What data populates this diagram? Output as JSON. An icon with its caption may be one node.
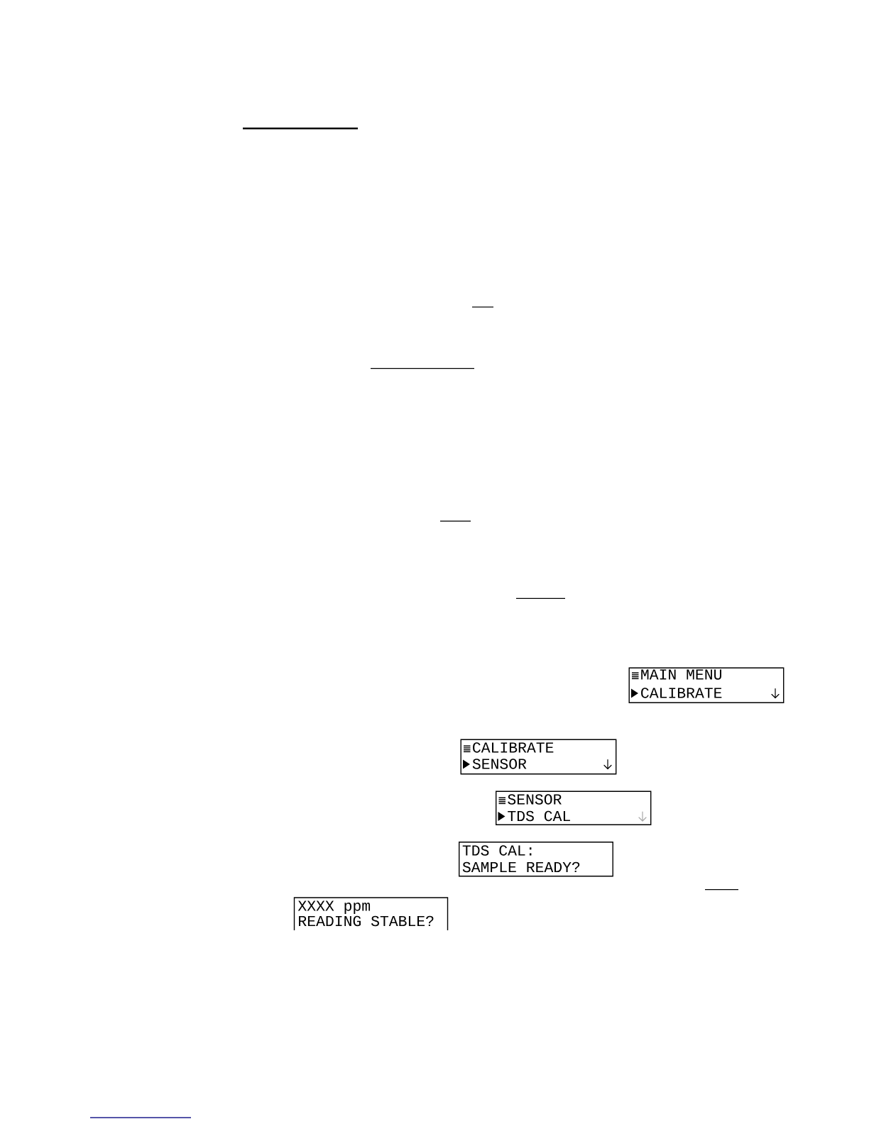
{
  "diagram": {
    "nodes": [
      {
        "text": [
          "MAIN MENU",
          "CALIBRATE"
        ]
      },
      {
        "text": [
          "CALIBRATE",
          "SENSOR"
        ]
      },
      {
        "text": [
          "SENSOR",
          "TDS CAL"
        ]
      },
      {
        "text": [
          "TDS CAL:",
          "SAMPLE READY?"
        ]
      },
      {
        "text": [
          "XXXX ppm",
          "READING STABLE?"
        ]
      }
    ]
  }
}
